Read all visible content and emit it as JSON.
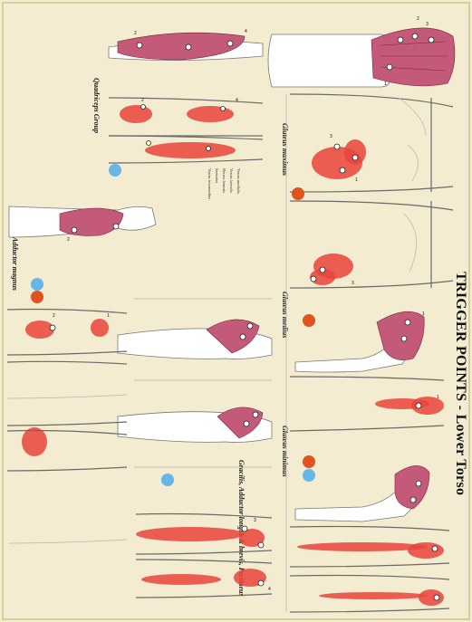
{
  "title": "TRIGGER POINTS - Lower Torso",
  "sections": {
    "gluteus_maximus": "Gluteus maximus",
    "gluteus_medius": "Gluteus medius",
    "gluteus_minimus": "Gluteus minimus",
    "quadriceps": "Quadriceps Group",
    "adductor_magnus": "Adductor magnus",
    "gracilis": "Gracilis, Adductor longus & brevis, Pectineus"
  },
  "quadriceps_list": [
    "Vastus medialis",
    "Vastus lateralis",
    "Rectus femoris",
    "Sartorius",
    "Vastus intermedius"
  ],
  "trigger_numbers": [
    "1",
    "2",
    "3",
    "4"
  ],
  "colors": {
    "background": "#f3ecd0",
    "pain_red": "#e8443a",
    "muscle": "#c45a7a",
    "dot_orange": "#e0531e",
    "dot_blue": "#66b7e8"
  }
}
